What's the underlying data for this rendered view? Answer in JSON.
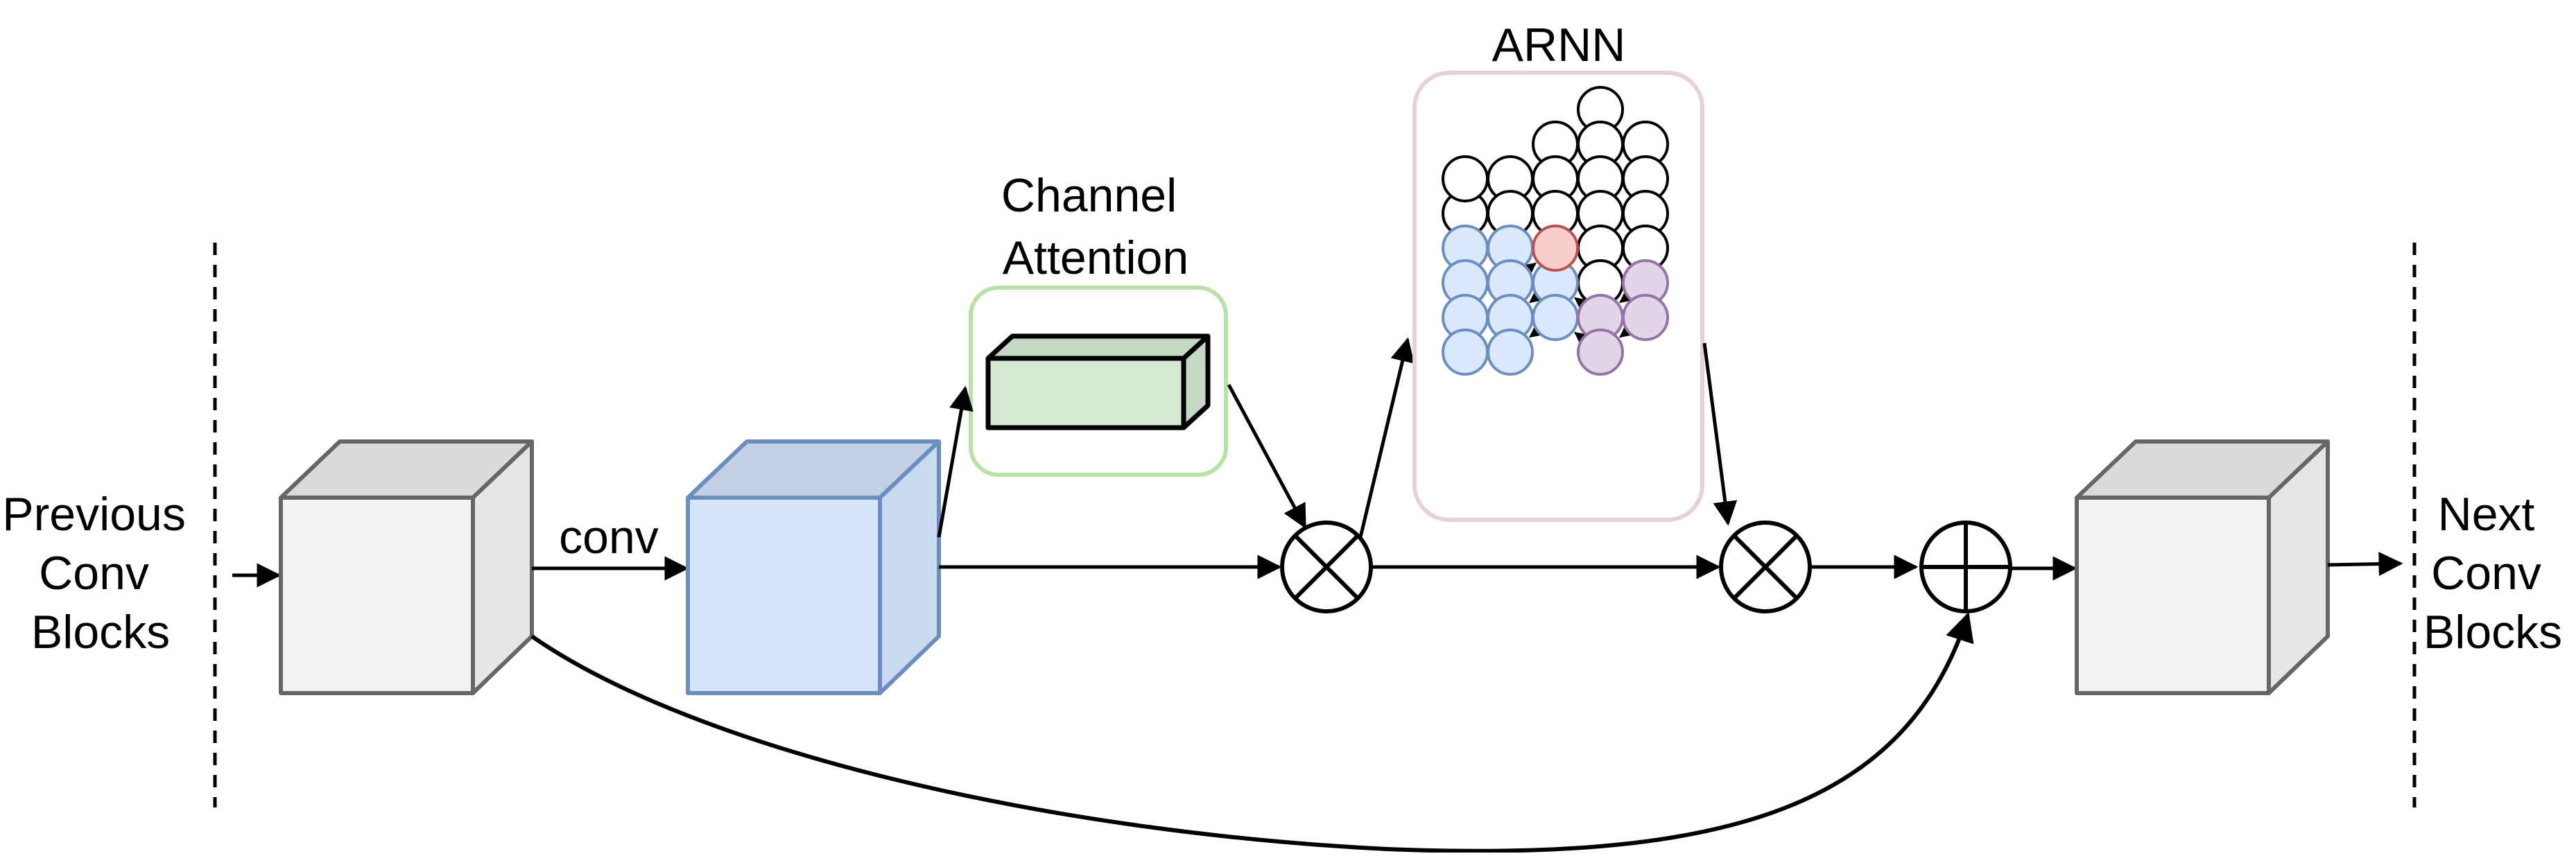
{
  "labels": {
    "previous": [
      "Previous",
      "Conv",
      "Blocks"
    ],
    "next": [
      "Next",
      "Conv",
      "Blocks"
    ],
    "conv": "conv",
    "channel_attention": [
      "Channel",
      "Attention"
    ],
    "arnn": "ARNN"
  },
  "colors": {
    "stroke": "#000000",
    "gray_front": "#f2f2f2",
    "gray_top": "#dadada",
    "gray_side": "#e6e6e6",
    "gray_stroke": "#666666",
    "blue_front": "#d6e4f7",
    "blue_top": "#c2d0e6",
    "blue_side": "#c8d9f0",
    "blue_stroke": "#6c8ebf",
    "green_fill": "#d5e8d4",
    "green_top": "#c3d9c2",
    "green_border": "#b9e0a5",
    "pink_border": "#e6d0de",
    "node_blue": "#dae8fc",
    "node_blue_stroke": "#6c8ebf",
    "node_purple": "#e1d5e7",
    "node_purple_stroke": "#9673a6",
    "node_red": "#f8cecc",
    "node_red_stroke": "#b85450"
  },
  "arnn_grid": {
    "blue": [
      [
        0,
        0
      ],
      [
        0,
        1
      ],
      [
        0,
        2
      ],
      [
        0,
        3
      ],
      [
        1,
        1
      ],
      [
        1,
        2
      ],
      [
        1,
        3
      ],
      [
        1,
        4
      ],
      [
        2,
        3
      ],
      [
        2,
        4
      ]
    ],
    "purple": [
      [
        3,
        5
      ],
      [
        3,
        6
      ],
      [
        4,
        5
      ],
      [
        4,
        6
      ]
    ],
    "red": [
      [
        2,
        2
      ]
    ],
    "white": [
      [
        0,
        -1
      ],
      [
        0,
        -2
      ],
      [
        1,
        -1
      ],
      [
        1,
        0
      ],
      [
        2,
        -1
      ],
      [
        2,
        0
      ],
      [
        2,
        1
      ],
      [
        3,
        -1
      ],
      [
        3,
        0
      ],
      [
        3,
        1
      ],
      [
        3,
        2
      ],
      [
        3,
        3
      ],
      [
        3,
        4
      ],
      [
        4,
        1
      ],
      [
        4,
        2
      ],
      [
        4,
        3
      ],
      [
        4,
        4
      ]
    ]
  }
}
